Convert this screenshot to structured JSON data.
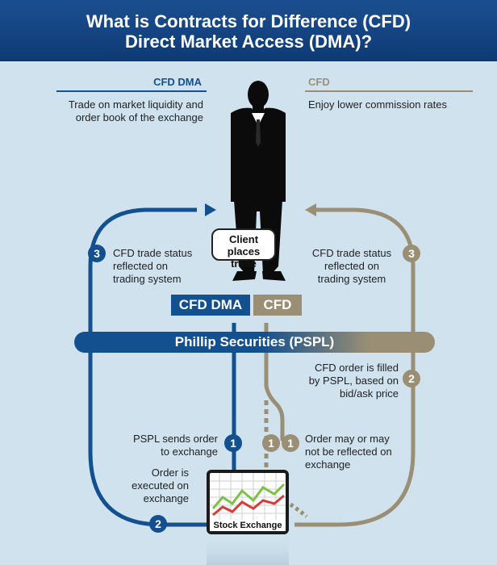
{
  "header": {
    "title_line1": "What is Contracts for Difference (CFD)",
    "title_line2": "Direct Market Access (DMA)?"
  },
  "left_column": {
    "heading": "CFD DMA",
    "desc_line1": "Trade on market liquidity and",
    "desc_line2": "order book of the exchange"
  },
  "right_column": {
    "heading": "CFD",
    "desc": "Enjoy lower commission rates"
  },
  "center": {
    "client_line1": "Client places",
    "client_line2": "trade",
    "cfd_dma_label": "CFD DMA",
    "cfd_label": "CFD",
    "pspl_label": "Phillip Securities (PSPL)"
  },
  "dma_steps": {
    "step3_number": "3",
    "step3_line1": "CFD trade status",
    "step3_line2": "reflected on",
    "step3_line3": "trading system",
    "step1_number": "1",
    "step1_line1": "PSPL sends order",
    "step1_line2": "to exchange",
    "step2_number": "2",
    "step2_line1": "Order is",
    "step2_line2": "executed on",
    "step2_line3": "exchange"
  },
  "cfd_steps": {
    "step3_number": "3",
    "step3_line1": "CFD trade status",
    "step3_line2": "reflected on",
    "step3_line3": "trading system",
    "step2_number": "2",
    "step2_line1": "CFD order is filled",
    "step2_line2": "by PSPL, based on",
    "step2_line3": "bid/ask price",
    "step1a_number": "1",
    "step1b_number": "1",
    "step1_line1": "Order may or may",
    "step1_line2": "not be reflected on",
    "step1_line3": "exchange"
  },
  "exchange": {
    "label": "Stock Exchange"
  },
  "colors": {
    "dma_blue": "#13508f",
    "cfd_tan": "#9a8f74",
    "background": "#cfe2ee",
    "header": "#0d3a73"
  },
  "icons": {
    "person": "businessman-silhouette-icon",
    "chart": "stock-chart-icon"
  }
}
